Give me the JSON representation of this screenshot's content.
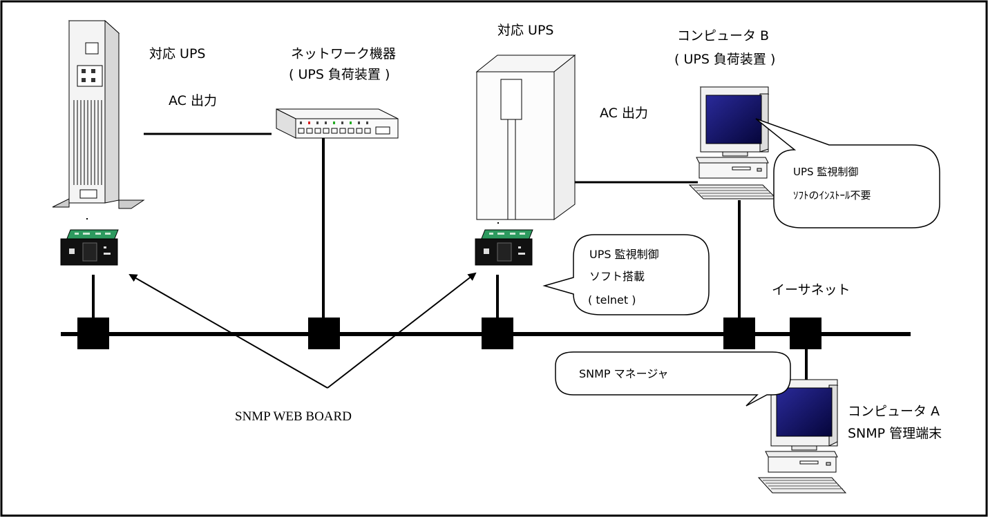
{
  "labels": {
    "ups_left": "対応 UPS",
    "ac_out_left": "AC 出力",
    "network_device_line1": "ネットワーク機器",
    "network_device_line2": "( UPS 負荷装置 )",
    "ups_center": "対応 UPS",
    "ac_out_center": "AC 出力",
    "computer_b_line1": "コンピュータ B",
    "computer_b_line2": "( UPS 負荷装置 )",
    "bubble_b_line1": "UPS 監視制御",
    "bubble_b_line2": "ｿﾌﾄのｲﾝｽﾄｰﾙ不要",
    "bubble_card_line1": "UPS 監視制御",
    "bubble_card_line2": "ソフト搭載",
    "bubble_card_line3": "( telnet )",
    "ethernet": "イーサネット",
    "bubble_snmp_manager": "SNMP マネージャ",
    "snmp_web_board": "SNMP WEB BOARD",
    "computer_a_line1": "コンピュータ A",
    "computer_a_line2": "SNMP 管理端末"
  }
}
